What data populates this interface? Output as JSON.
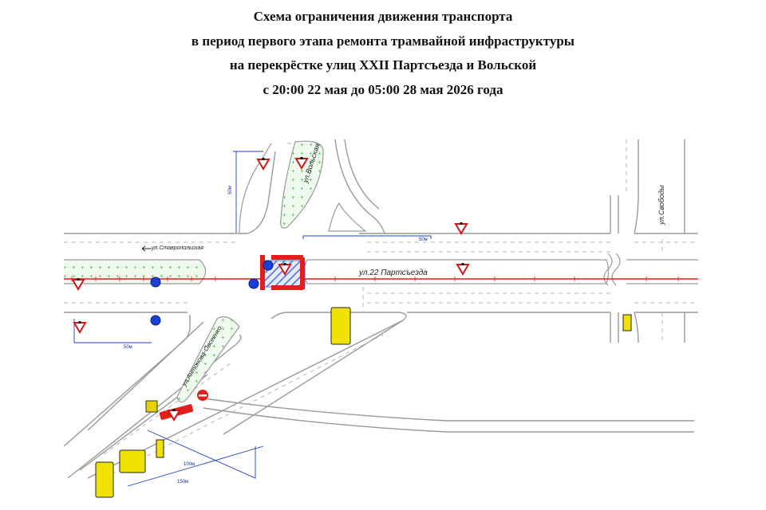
{
  "header": {
    "title_lines": [
      "Схема ограничения движения транспорта",
      "в период первого этапа ремонта трамвайной инфраструктуры",
      "на перекрёстке улиц XXII Партсъезда и Вольской",
      "с 20:00 22 мая до 05:00 28 мая 2026 года"
    ]
  },
  "streets": {
    "volskaya": "ул.Вольская",
    "stavropolskaya": "ул.Ставропольская",
    "partsyezda": "ул.22 Партсъезда",
    "antonova_ovseenko": "ул.Антонова-Овсеенко",
    "svobody": "ул.Свободы"
  },
  "dimensions": {
    "d50_volskaya": "50м",
    "d50_partsyezda": "50м",
    "d50_stavropolskaya": "50м",
    "d100_inner": "100м",
    "d150_outer": "150м"
  },
  "colors": {
    "road_line": "#9a9a9a",
    "tram_line": "#e0201a",
    "dimension_line": "#1f3fd0",
    "traffic_light": "#1a3fd8",
    "hatch": "#4a6ae8",
    "median_dots": "#33a833",
    "sign_border": "#d01818",
    "info_sign_fill": "#f2e200"
  },
  "icons": [
    "yield-sign-icon",
    "no-entry-sign-icon",
    "traffic-light-icon",
    "detour-sign-icon",
    "barrier-icon",
    "direction-arrow-icon"
  ]
}
